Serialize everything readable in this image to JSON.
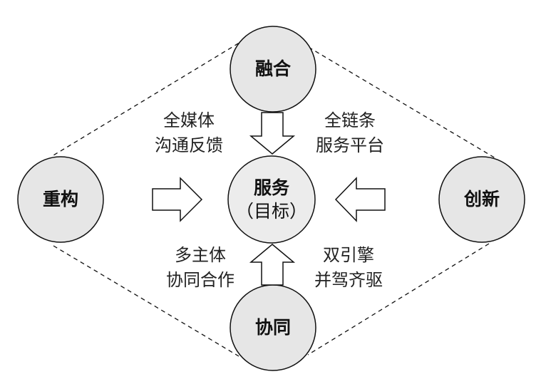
{
  "nodes": {
    "top": "融合",
    "left": "重构",
    "right": "创新",
    "bottom": "协同",
    "center_line1": "服务",
    "center_line2": "（目标）"
  },
  "labels": {
    "top_left_line1": "全媒体",
    "top_left_line2": "沟通反馈",
    "top_right_line1": "全链条",
    "top_right_line2": "服务平台",
    "bottom_left_line1": "多主体",
    "bottom_left_line2": "协同合作",
    "bottom_right_line1": "双引擎",
    "bottom_right_line2": "并驾齐驱"
  },
  "colors": {
    "node_fill": "#e6e6e6",
    "stroke": "#111111",
    "center_fill": "#ececec"
  }
}
